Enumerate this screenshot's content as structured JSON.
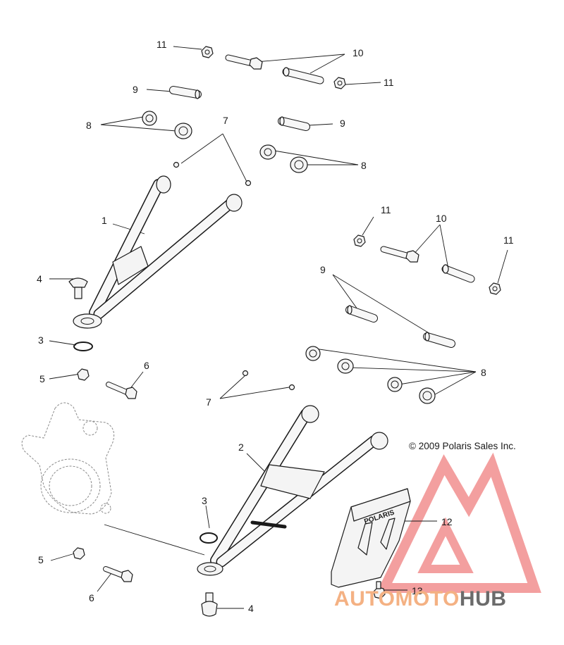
{
  "copyright": "© 2009 Polaris Sales Inc.",
  "guard_brand": "POLARIS",
  "callouts": [
    "1",
    "2",
    "3",
    "3",
    "4",
    "4",
    "5",
    "5",
    "6",
    "6",
    "7",
    "7",
    "8",
    "8",
    "8",
    "9",
    "9",
    "9",
    "10",
    "10",
    "11",
    "11",
    "11",
    "11",
    "12",
    "13"
  ],
  "watermark": {
    "part1": "AUTO",
    "part2": "MOTO",
    "part3": "HUB",
    "color1": "#f4b183",
    "color2": "#f4b183",
    "color3": "#6b6b6b",
    "logo_color": "#f08080"
  }
}
